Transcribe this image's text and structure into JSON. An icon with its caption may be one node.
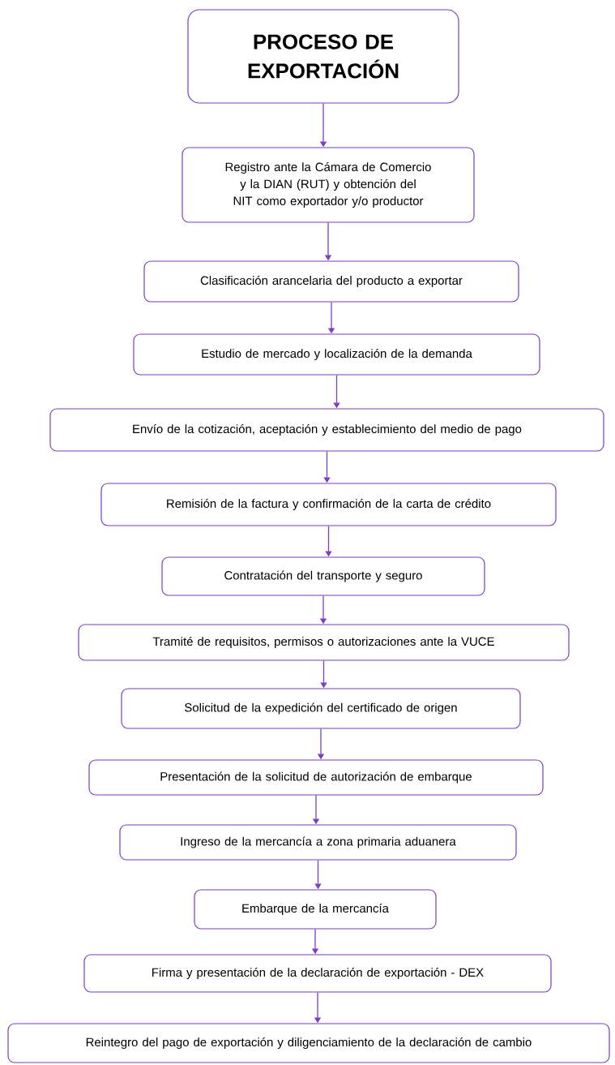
{
  "diagram": {
    "nodes": [
      {
        "text": [
          "PROCESO DE EXPORTACIÓN"
        ]
      },
      {
        "text": [
          "Registro ante la Cámara de Comercio y la DIAN (RUT) y obtención del NIT como exportador y/o productor"
        ]
      },
      {
        "text": [
          "Clasificación arancelaria del producto a exportar"
        ]
      },
      {
        "text": [
          "Estudio de mercado y localización de la demanda"
        ]
      },
      {
        "text": [
          "Envío de la cotización, aceptación y establecimiento del medio de pago"
        ]
      },
      {
        "text": [
          "Remisión de la factura y confirmación de la carta de crédito"
        ]
      },
      {
        "text": [
          "Contratación del transporte y seguro"
        ]
      },
      {
        "text": [
          "Tramité de requisitos, permisos o autorizaciones ante la VUCE"
        ]
      },
      {
        "text": [
          "Solicitud de la expedición del certificado de origen"
        ]
      },
      {
        "text": [
          "Presentación de la solicitud de autorización de embarque"
        ]
      },
      {
        "text": [
          "Ingreso de la mercancía a zona primaria aduanera"
        ]
      },
      {
        "text": [
          "Embarque de la mercancía"
        ]
      },
      {
        "text": [
          "Firma y presentación de la declaración de exportación - DEX"
        ]
      },
      {
        "text": [
          "Reintegro del pago de exportación y diligenciamiento de la declaración de cambio"
        ]
      }
    ],
    "edges": [
      {
        "from": 0,
        "to": 1,
        "arrow": "to"
      },
      {
        "from": 1,
        "to": 2,
        "arrow": "to"
      },
      {
        "from": 2,
        "to": 3,
        "arrow": "to"
      },
      {
        "from": 3,
        "to": 4,
        "arrow": "to"
      },
      {
        "from": 4,
        "to": 5,
        "arrow": "to"
      },
      {
        "from": 5,
        "to": 6,
        "arrow": "to"
      },
      {
        "from": 6,
        "to": 7,
        "arrow": "to"
      },
      {
        "from": 7,
        "to": 8,
        "arrow": "to"
      },
      {
        "from": 8,
        "to": 9,
        "arrow": "to"
      },
      {
        "from": 9,
        "to": 10,
        "arrow": "to"
      },
      {
        "from": 10,
        "to": 11,
        "arrow": "to"
      },
      {
        "from": 11,
        "to": 12,
        "arrow": "to"
      },
      {
        "from": 12,
        "to": 13,
        "arrow": "to"
      }
    ]
  }
}
